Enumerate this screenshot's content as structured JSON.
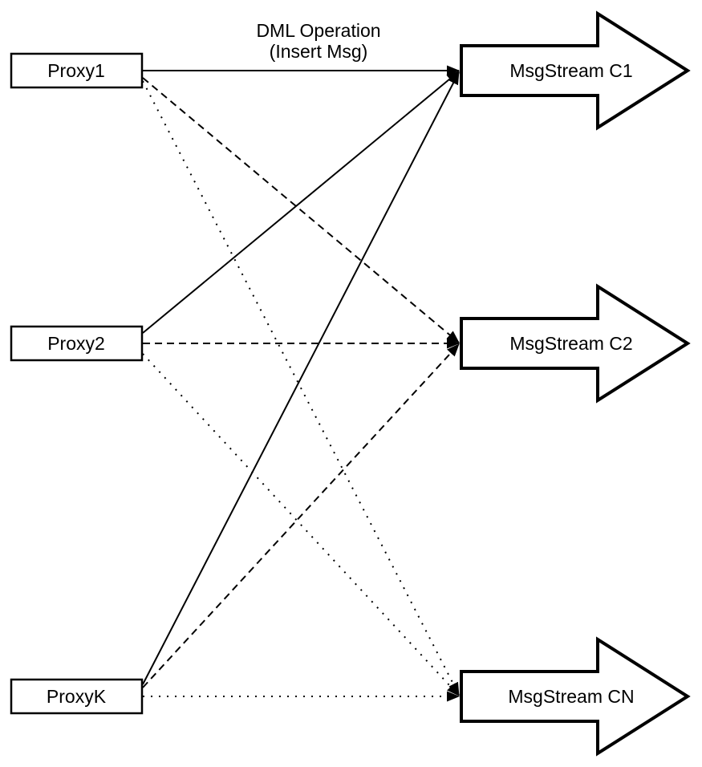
{
  "diagram": {
    "title": {
      "line1": "DML Operation",
      "line2": "(Insert Msg)"
    },
    "proxies": [
      {
        "id": "proxy1",
        "label": "Proxy1"
      },
      {
        "id": "proxy2",
        "label": "Proxy2"
      },
      {
        "id": "proxyK",
        "label": "ProxyK"
      }
    ],
    "streams": [
      {
        "id": "c1",
        "label": "MsgStream C1"
      },
      {
        "id": "c2",
        "label": "MsgStream C2"
      },
      {
        "id": "cn",
        "label": "MsgStream CN"
      }
    ],
    "connections": [
      {
        "from": "Proxy1",
        "to": "MsgStream C1",
        "style": "solid"
      },
      {
        "from": "Proxy2",
        "to": "MsgStream C1",
        "style": "solid"
      },
      {
        "from": "ProxyK",
        "to": "MsgStream C1",
        "style": "solid"
      },
      {
        "from": "Proxy1",
        "to": "MsgStream C2",
        "style": "dashed"
      },
      {
        "from": "Proxy2",
        "to": "MsgStream C2",
        "style": "dashed"
      },
      {
        "from": "ProxyK",
        "to": "MsgStream C2",
        "style": "dashed"
      },
      {
        "from": "Proxy1",
        "to": "MsgStream CN",
        "style": "dotted"
      },
      {
        "from": "Proxy2",
        "to": "MsgStream CN",
        "style": "dotted"
      },
      {
        "from": "ProxyK",
        "to": "MsgStream CN",
        "style": "dotted"
      }
    ],
    "colors": {
      "ink": "#000000",
      "background": "#ffffff"
    }
  }
}
